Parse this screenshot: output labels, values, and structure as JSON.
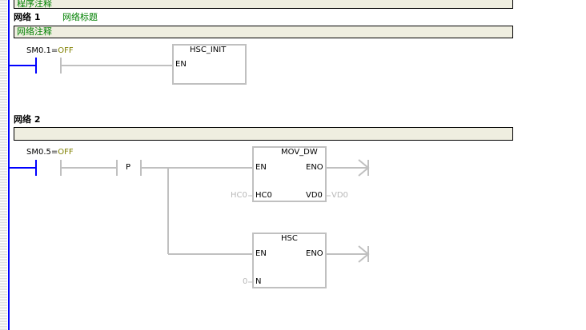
{
  "program_comment": "程序注释",
  "networks": [
    {
      "label": "网络 1",
      "title": "网络标题",
      "comment": "网络注释",
      "contact": {
        "address": "SM0.1",
        "state": "OFF"
      },
      "box": {
        "name": "HSC_INIT",
        "inputs": [
          "EN"
        ]
      }
    },
    {
      "label": "网络 2",
      "title": "",
      "comment": "",
      "contact": {
        "address": "SM0.5",
        "state": "OFF"
      },
      "edge": "P",
      "boxes": [
        {
          "name": "MOV_DW",
          "en": "EN",
          "eno": "ENO",
          "in": "HC0",
          "in_value": "HC0",
          "out": "VD0",
          "out_value": "VD0"
        },
        {
          "name": "HSC",
          "en": "EN",
          "eno": "ENO",
          "in": "N",
          "in_value": "0"
        }
      ]
    }
  ],
  "colors": {
    "rail": "#0000ff",
    "wire": "#c0c0c0",
    "comment_bg": "#efeee0",
    "title": "#008000",
    "state": "#808000"
  }
}
